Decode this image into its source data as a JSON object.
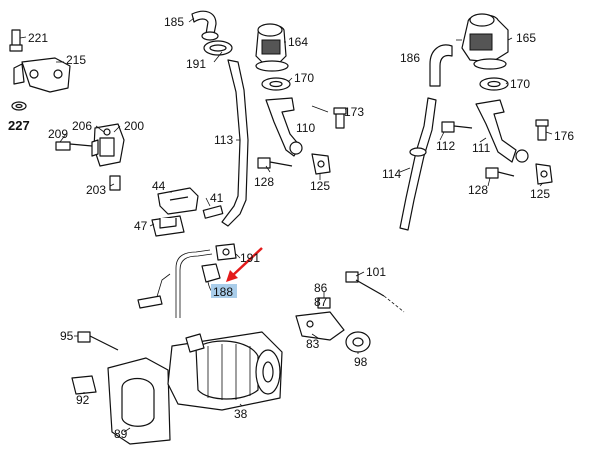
{
  "diagram": {
    "highlighted_part": "188",
    "highlight_color": "#a9cdea",
    "arrow_color": "#e41b1b",
    "labels": {
      "p221": "221",
      "p215": "215",
      "p227": "227",
      "p209": "209",
      "p206": "206",
      "p200": "200",
      "p203": "203",
      "p44": "44",
      "p47": "47",
      "p41": "41",
      "p185": "185",
      "p164": "164",
      "p191a": "191",
      "p170a": "170",
      "p113": "113",
      "p173": "173",
      "p110": "110",
      "p128a": "128",
      "p125a": "125",
      "p191b": "191",
      "p188": "188",
      "p186": "186",
      "p165": "165",
      "p170b": "170",
      "p176": "176",
      "p112": "112",
      "p111": "111",
      "p114": "114",
      "p128b": "128",
      "p125b": "125",
      "p86": "86",
      "p101": "101",
      "p87": "87",
      "p83": "83",
      "p98": "98",
      "p95": "95",
      "p92": "92",
      "p89": "89",
      "p38": "38"
    }
  }
}
